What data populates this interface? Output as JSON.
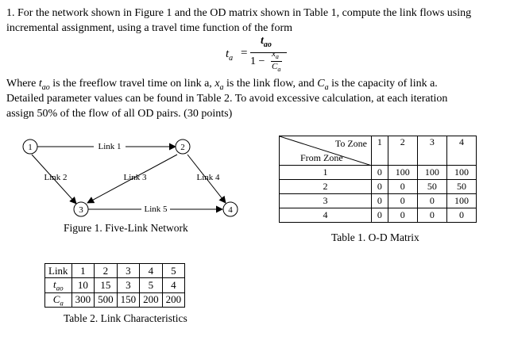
{
  "question": {
    "line1": "1. For the network shown in Figure 1 and the OD matrix shown in Table 1, compute the link flows using",
    "line2": "incremental assignment, using a travel time function of the form",
    "formula": {
      "lhs": "t",
      "lhs_sub": "a",
      "eq": "=",
      "num": "t",
      "num_sub": "ao",
      "den_one": "1 −",
      "inner_num": "x",
      "inner_num_sub": "a",
      "inner_den": "C",
      "inner_den_sub": "a"
    },
    "where_parts": [
      "Where ",
      "t",
      "ao",
      " is the freeflow travel time on link a, ",
      "x",
      "a",
      " is the link flow, and ",
      "C",
      "a",
      " is the capacity of link a."
    ],
    "line4": "Detailed parameter values can be found in Table 2. To avoid excessive calculation, at each iteration",
    "line5": "assign 50% of the flow of all OD pairs. (30 points)"
  },
  "figure": {
    "nodes": [
      "1",
      "2",
      "3",
      "4"
    ],
    "links": [
      "Link 1",
      "Link 2",
      "Link 3",
      "Link 4",
      "Link 5"
    ],
    "caption": "Figure 1. Five-Link Network"
  },
  "table1": {
    "header_to": "To Zone",
    "header_from": "From Zone",
    "columns": [
      "1",
      "2",
      "3",
      "4"
    ],
    "rows": [
      {
        "from": "1",
        "values": [
          "0",
          "100",
          "100",
          "100"
        ]
      },
      {
        "from": "2",
        "values": [
          "0",
          "0",
          "50",
          "50"
        ]
      },
      {
        "from": "3",
        "values": [
          "0",
          "0",
          "0",
          "100"
        ]
      },
      {
        "from": "4",
        "values": [
          "0",
          "0",
          "0",
          "0"
        ]
      }
    ],
    "caption": "Table 1. O-D Matrix"
  },
  "table2": {
    "header": [
      "Link",
      "1",
      "2",
      "3",
      "4",
      "5"
    ],
    "tao_label": "t",
    "tao_sub": "ao",
    "tao": [
      "10",
      "15",
      "3",
      "5",
      "4"
    ],
    "ca_label": "C",
    "ca_sub": "a",
    "ca": [
      "300",
      "500",
      "150",
      "200",
      "200"
    ],
    "caption": "Table 2. Link Characteristics"
  }
}
